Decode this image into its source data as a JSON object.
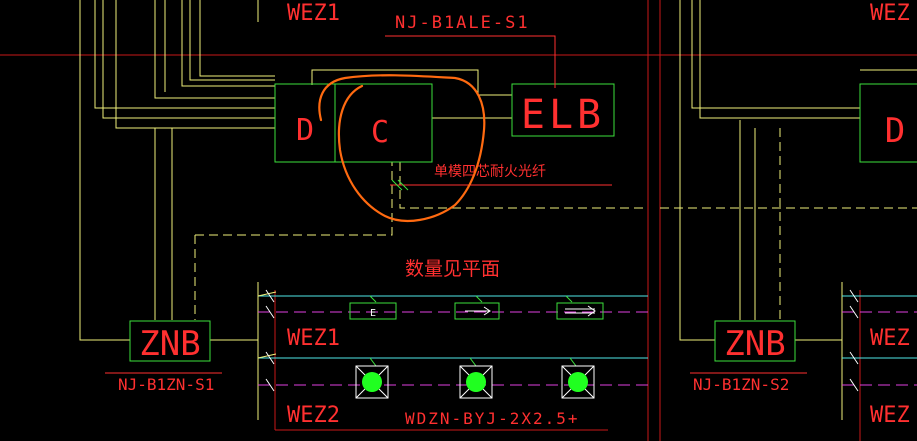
{
  "labels": {
    "wez1_top_left": "WEZ1",
    "wez1_top_right": "WEZ",
    "circuit_ale": "NJ-B1ALE-S1",
    "box_d_left": "D",
    "box_c": "C",
    "box_elb": "ELB",
    "box_d_right": "D",
    "fiber_note": "单模四芯耐火光纤",
    "qty_note": "数量见平面",
    "znb_left": "ZNB",
    "znb_right": "ZNB",
    "circuit_zn_s1": "NJ-B1ZN-S1",
    "circuit_zn_s2": "NJ-B1ZN-S2",
    "wez1_mid_left": "WEZ1",
    "wez2_bottom_left": "WEZ2",
    "wez_mid_right": "WEZ",
    "wez_bottom_right": "WEZ",
    "cable_spec": "WDZN-BYJ-2X2.5+",
    "fixture_e": "E"
  },
  "colors": {
    "background": "#000000",
    "green": "#3ce03c",
    "yellow": "#f0f07a",
    "red": "#ff3030",
    "dark_red": "#b81818",
    "cyan": "#50e8e8",
    "magenta": "#e040e0",
    "orange": "#ff6a10",
    "white": "#ffffff",
    "lamp_green": "#20ff20"
  }
}
